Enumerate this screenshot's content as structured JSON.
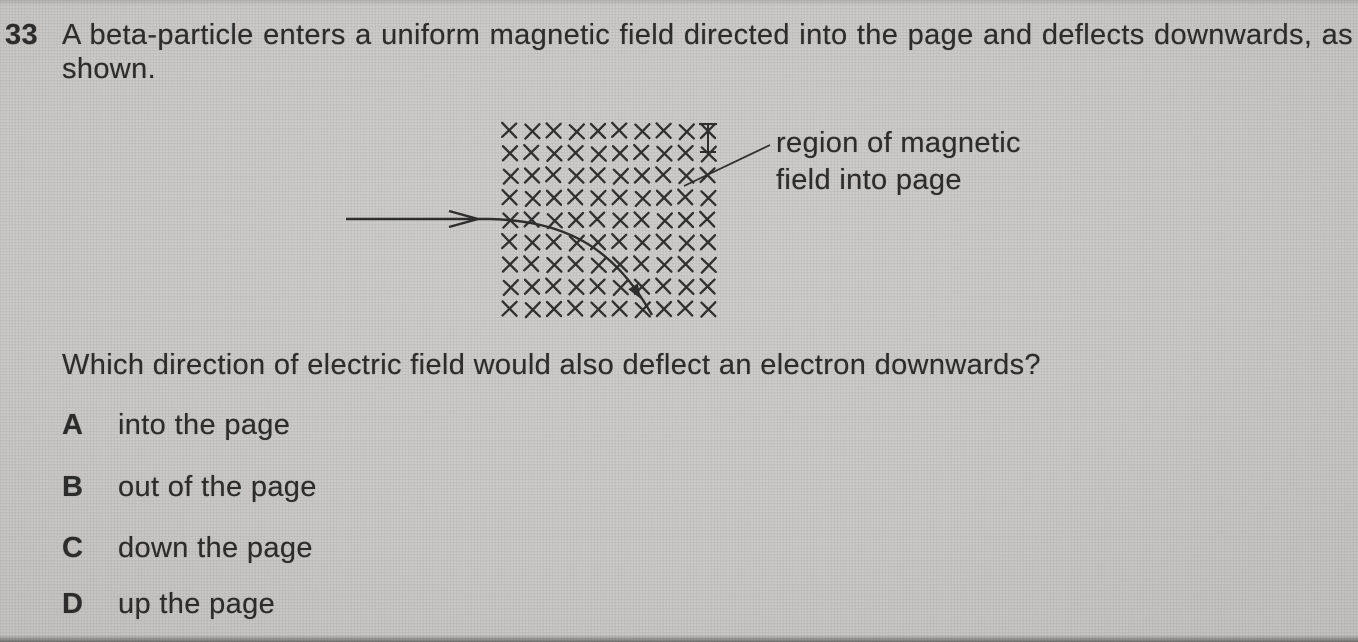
{
  "question": {
    "number": "33",
    "stem_line1": "A beta-particle enters a uniform magnetic field directed into the page and deflects downwards, as",
    "stem_line2": "shown.",
    "prompt": "Which direction of electric field would also deflect an electron downwards?"
  },
  "diagram": {
    "label_line1": "region of magnetic",
    "label_line2": "field into page",
    "field_symbol": "×",
    "grid": {
      "rows": 9,
      "cols": 10
    }
  },
  "options": [
    {
      "letter": "A",
      "text": "into the page"
    },
    {
      "letter": "B",
      "text": "out of the page"
    },
    {
      "letter": "C",
      "text": "down the page"
    },
    {
      "letter": "D",
      "text": "up the page"
    }
  ],
  "colors": {
    "page_background": "#c8c7c5",
    "ink": "#2e2e2e"
  }
}
